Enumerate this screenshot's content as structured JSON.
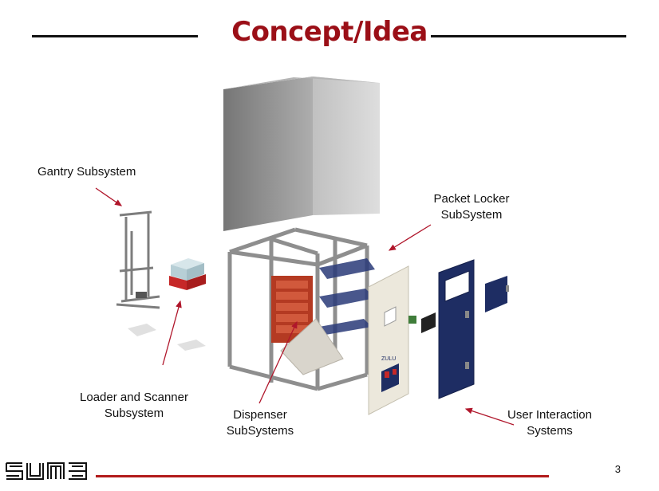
{
  "slide": {
    "title": "Concept/Idea",
    "page_number": "3"
  },
  "labels": {
    "gantry": "Gantry Subsystem",
    "packet_locker": [
      "Packet Locker",
      "SubSystem"
    ],
    "loader": [
      "Loader and Scanner",
      "Subsystem"
    ],
    "dispenser": [
      "Dispenser",
      "SubSystems"
    ],
    "user_interaction": [
      "User Interaction",
      "Systems"
    ]
  },
  "colors": {
    "title": "#9b0f17",
    "arrow": "#b0162b",
    "footer_line": "#b21b1b",
    "panel_blue": "#1e2d63",
    "frame_grey": "#8e8e8e"
  }
}
